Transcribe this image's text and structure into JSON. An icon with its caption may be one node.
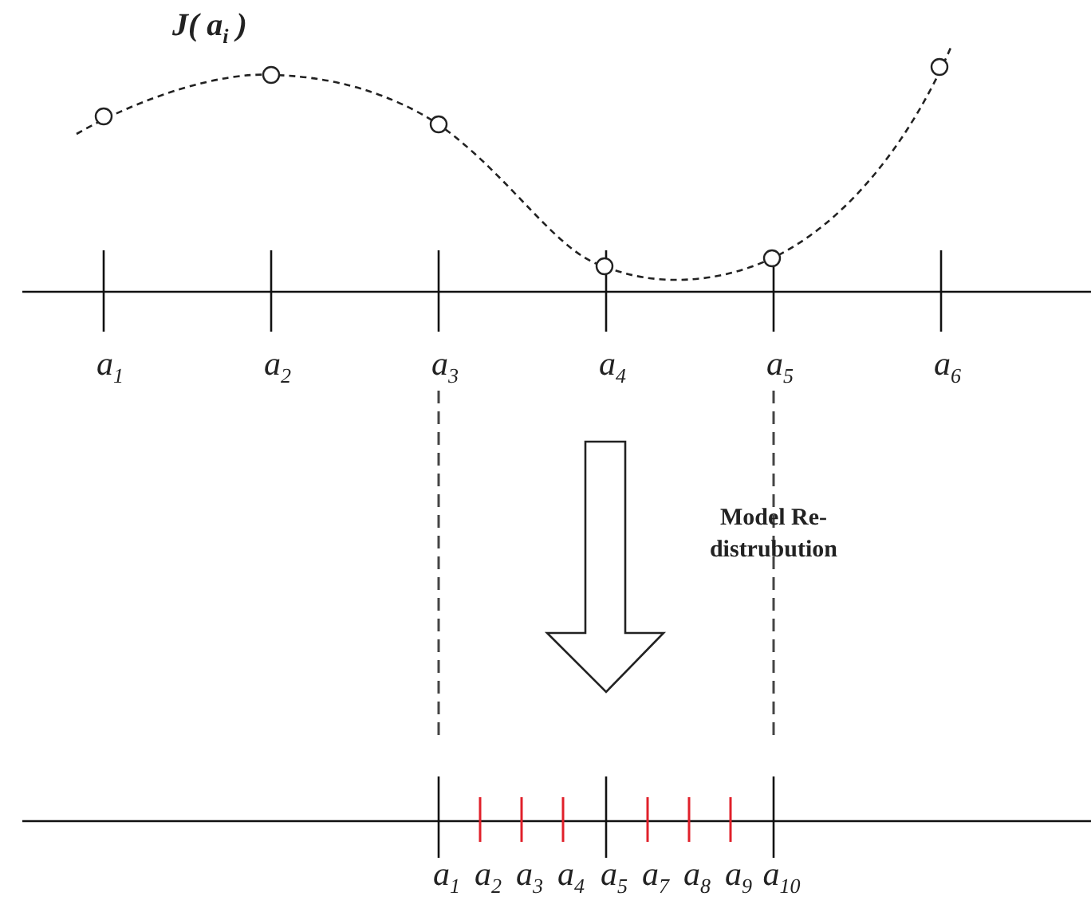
{
  "diagram": {
    "labels": [
      "J( a$_{i}$ )",
      "a$_{1}$",
      "a$_{2}$",
      "a$_{3}$",
      "a$_{4}$",
      "a$_{5}$",
      "a$_{6}$",
      "Model Re-distrubution",
      "a$_{1}$",
      "a$_{2}$",
      "a$_{3}$",
      "a$_{4}$",
      "a$_{5}$",
      "a$_{7}$",
      "a$_{8}$",
      "a$_{9}$",
      "a$_{10}$"
    ]
  }
}
